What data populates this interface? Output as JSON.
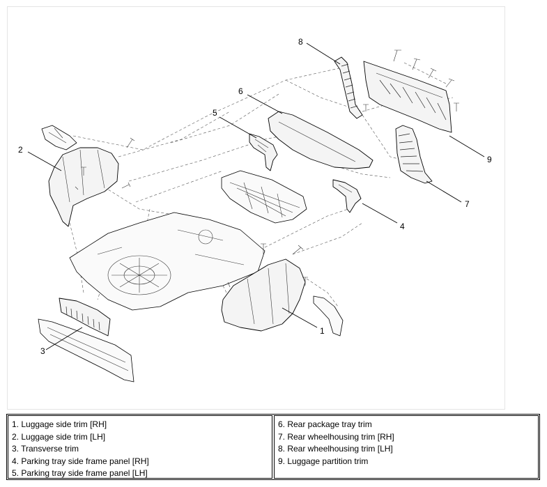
{
  "callouts": [
    "1",
    "2",
    "3",
    "4",
    "5",
    "6",
    "7",
    "8",
    "9"
  ],
  "legend": {
    "left": [
      "1. Luggage side trim [RH]",
      "2. Luggage side trim [LH]",
      "3. Transverse trim",
      "4. Parking tray side frame panel [RH]",
      "5. Parking tray side frame panel [LH]"
    ],
    "right": [
      "6. Rear package tray trim",
      "7. Rear wheelhousing trim [RH]",
      "8. Rear wheelhousing trim [LH]",
      "9. Luggage partition trim"
    ]
  }
}
